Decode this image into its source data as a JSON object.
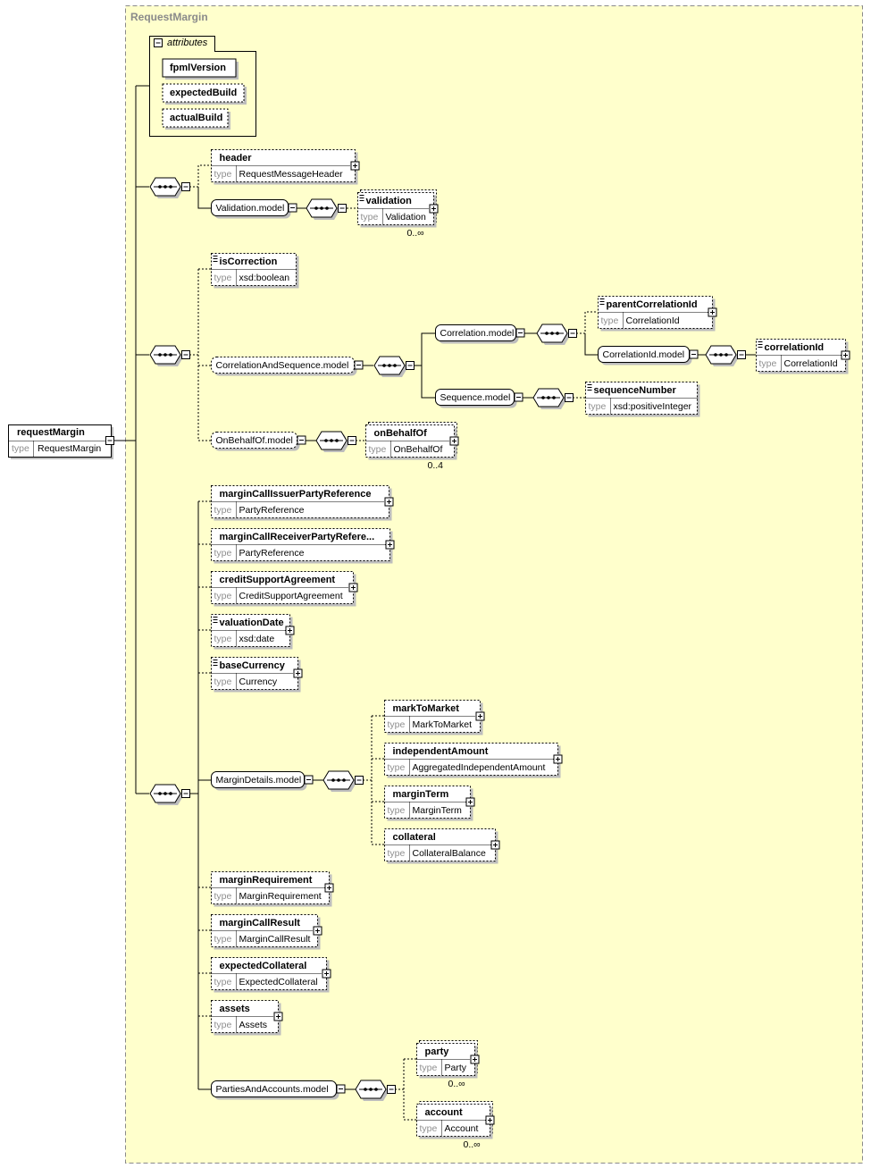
{
  "colors": {
    "background": "#ffffcc",
    "group_border": "#8a8a8a",
    "line": "#000000",
    "type_keyword": "#8f8f8f",
    "shadow": "#bdbdbd"
  },
  "group_title": "RequestMargin",
  "root": {
    "name": "requestMargin",
    "type": "RequestMargin"
  },
  "attributes": {
    "title": "attributes",
    "items": [
      "fpmlVersion",
      "expectedBuild",
      "actualBuild"
    ]
  },
  "type_keyword": "type",
  "elements": {
    "header": {
      "name": "header",
      "type": "RequestMessageHeader"
    },
    "validation": {
      "name": "validation",
      "type": "Validation",
      "occurs": "0..∞"
    },
    "isCorrection": {
      "name": "isCorrection",
      "type": "xsd:boolean"
    },
    "parentCorrelationId": {
      "name": "parentCorrelationId",
      "type": "CorrelationId"
    },
    "correlationId": {
      "name": "correlationId",
      "type": "CorrelationId"
    },
    "sequenceNumber": {
      "name": "sequenceNumber",
      "type": "xsd:positiveInteger"
    },
    "onBehalfOf": {
      "name": "onBehalfOf",
      "type": "OnBehalfOf",
      "occurs": "0..4"
    },
    "marginCallIssuerPartyReference": {
      "name": "marginCallIssuerPartyReference",
      "type": "PartyReference"
    },
    "marginCallReceiverPartyReference": {
      "name": "marginCallReceiverPartyRefere...",
      "type": "PartyReference"
    },
    "creditSupportAgreement": {
      "name": "creditSupportAgreement",
      "type": "CreditSupportAgreement"
    },
    "valuationDate": {
      "name": "valuationDate",
      "type": "xsd:date"
    },
    "baseCurrency": {
      "name": "baseCurrency",
      "type": "Currency"
    },
    "markToMarket": {
      "name": "markToMarket",
      "type": "MarkToMarket"
    },
    "independentAmount": {
      "name": "independentAmount",
      "type": "AggregatedIndependentAmount"
    },
    "marginTerm": {
      "name": "marginTerm",
      "type": "MarginTerm"
    },
    "collateral": {
      "name": "collateral",
      "type": "CollateralBalance"
    },
    "marginRequirement": {
      "name": "marginRequirement",
      "type": "MarginRequirement"
    },
    "marginCallResult": {
      "name": "marginCallResult",
      "type": "MarginCallResult"
    },
    "expectedCollateral": {
      "name": "expectedCollateral",
      "type": "ExpectedCollateral"
    },
    "assets": {
      "name": "assets",
      "type": "Assets"
    },
    "party": {
      "name": "party",
      "type": "Party",
      "occurs": "0..∞"
    },
    "account": {
      "name": "account",
      "type": "Account",
      "occurs": "0..∞"
    }
  },
  "models": {
    "validation": "Validation.model",
    "correlationAndSequence": "CorrelationAndSequence.model",
    "correlation": "Correlation.model",
    "correlationId": "CorrelationId.model",
    "sequence": "Sequence.model",
    "onBehalfOf": "OnBehalfOf.model",
    "marginDetails": "MarginDetails.model",
    "partiesAndAccounts": "PartiesAndAccounts.model"
  }
}
